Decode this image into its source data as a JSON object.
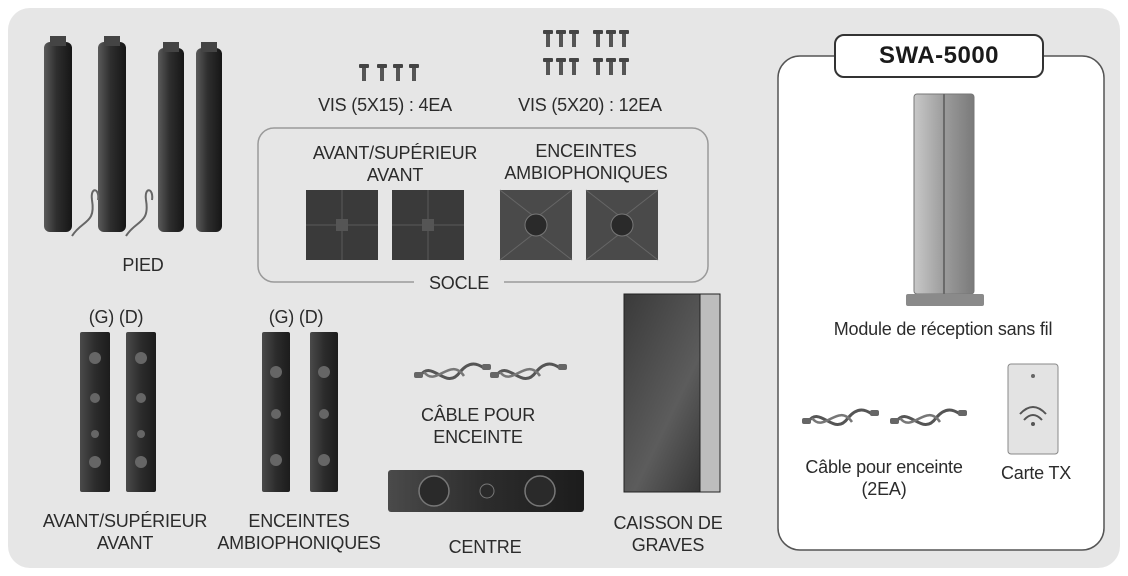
{
  "labels": {
    "pied": "PIED",
    "screws_small": "VIS (5X15) : 4EA",
    "screws_large": "VIS (5X20) : 12EA",
    "socle_front_line1": "AVANT/SUPÉRIEUR",
    "socle_front_line2": "AVANT",
    "socle_surround_line1": "ENCEINTES",
    "socle_surround_line2": "AMBIOPHONIQUES",
    "socle": "SOCLE",
    "lr_front": "(G) (D)",
    "lr_surround": "(G) (D)",
    "front_line1": "AVANT/SUPÉRIEUR",
    "front_line2": "AVANT",
    "surround_line1": "ENCEINTES",
    "surround_line2": "AMBIOPHONIQUES",
    "cable_line1": "CÂBLE POUR",
    "cable_line2": "ENCEINTE",
    "centre": "CENTRE",
    "sub_line1": "CAISSON DE",
    "sub_line2": "GRAVES"
  },
  "swa_box": {
    "title": "SWA-5000",
    "module": "Module de réception sans fil",
    "cable_line1": "Câble pour enceinte",
    "cable_line2": "(2EA)",
    "tx_card": "Carte TX"
  },
  "colors": {
    "panel": "#e6e6e6",
    "speaker": "#3c3c3c",
    "outline": "#8a8a8a"
  }
}
